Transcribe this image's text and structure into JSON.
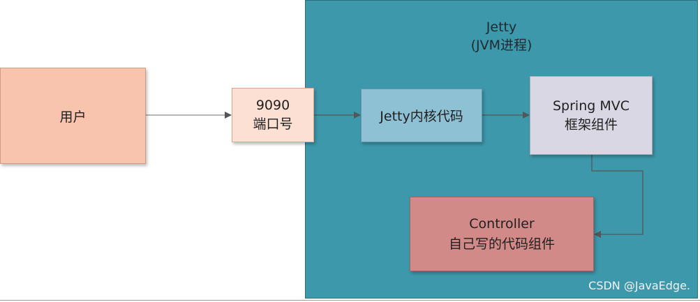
{
  "container": {
    "title_line1": "Jetty",
    "title_line2": "(JVM进程)"
  },
  "nodes": {
    "user": {
      "label": "用户"
    },
    "port": {
      "line1": "9090",
      "line2": "端口号"
    },
    "jetty_core": {
      "label": "Jetty内核代码"
    },
    "spring_mvc": {
      "line1": "Spring MVC",
      "line2": "框架组件"
    },
    "controller": {
      "line1": "Controller",
      "line2": "自己写的代码组件"
    }
  },
  "edges": [
    {
      "from": "user",
      "to": "port"
    },
    {
      "from": "port",
      "to": "jetty_core"
    },
    {
      "from": "jetty_core",
      "to": "spring_mvc"
    },
    {
      "from": "spring_mvc",
      "to": "controller"
    }
  ],
  "watermark": {
    "text": "CSDN @JavaEdge."
  },
  "colors": {
    "container_bg": "#3d98ab",
    "user_bg": "#f8c4ad",
    "port_bg": "#fce0d3",
    "core_bg": "#8ec1d4",
    "spring_bg": "#d8d7e3",
    "controller_bg": "#d28a88",
    "edge": "#555555"
  }
}
